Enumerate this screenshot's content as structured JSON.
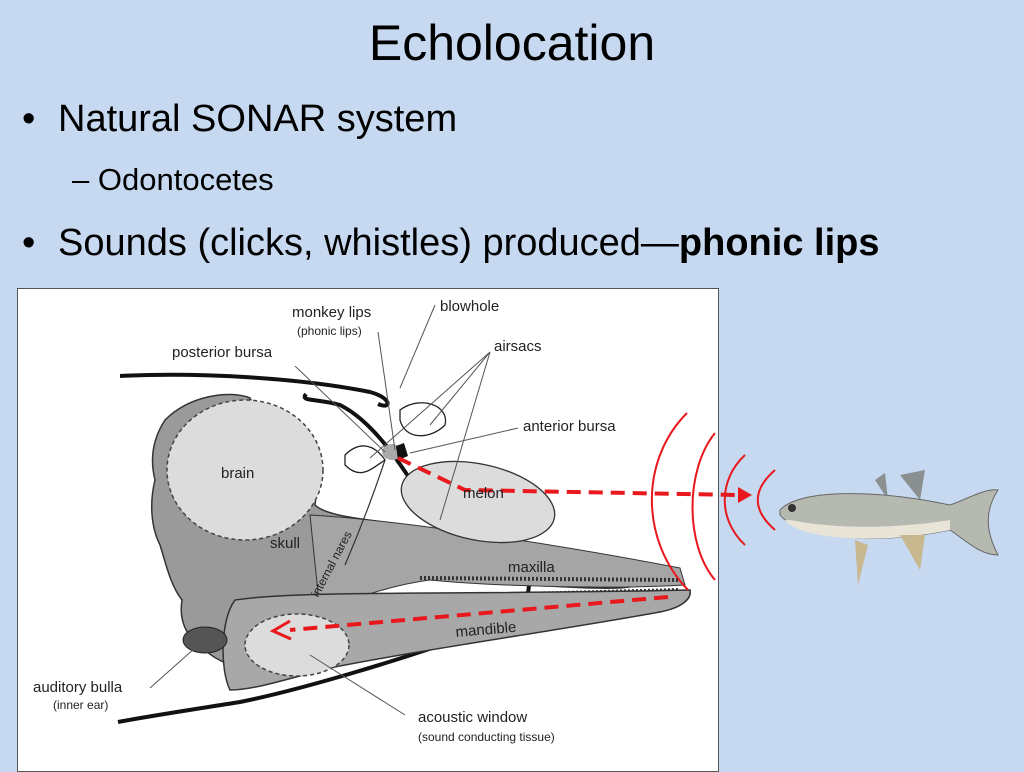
{
  "slide": {
    "title": "Echolocation",
    "bullets": [
      {
        "text": "Natural SONAR system",
        "sub": [
          "Odontocetes"
        ]
      },
      {
        "text": "Sounds (clicks, whistles) produced—",
        "bold": "phonic lips"
      }
    ],
    "bullet_glyph": "•",
    "sub_glyph": "–"
  },
  "diagram": {
    "labels": {
      "monkey_lips": "monkey lips",
      "phonic_lips": "(phonic lips)",
      "blowhole": "blowhole",
      "posterior_bursa": "posterior bursa",
      "airsacs": "airsacs",
      "anterior_bursa": "anterior bursa",
      "brain": "brain",
      "melon": "melon",
      "skull": "skull",
      "internal_nares": "internal nares",
      "maxilla": "maxilla",
      "mandible": "mandible",
      "auditory_bulla": "auditory bulla",
      "inner_ear": "(inner ear)",
      "acoustic_window": "acoustic window",
      "sound_conducting": "(sound conducting tissue)"
    },
    "colors": {
      "sound_path": "#e8181c",
      "background": "#c6d9f1"
    },
    "icons": [
      "dolphin-head-diagram",
      "fish-image",
      "sound-wave-arcs"
    ]
  }
}
